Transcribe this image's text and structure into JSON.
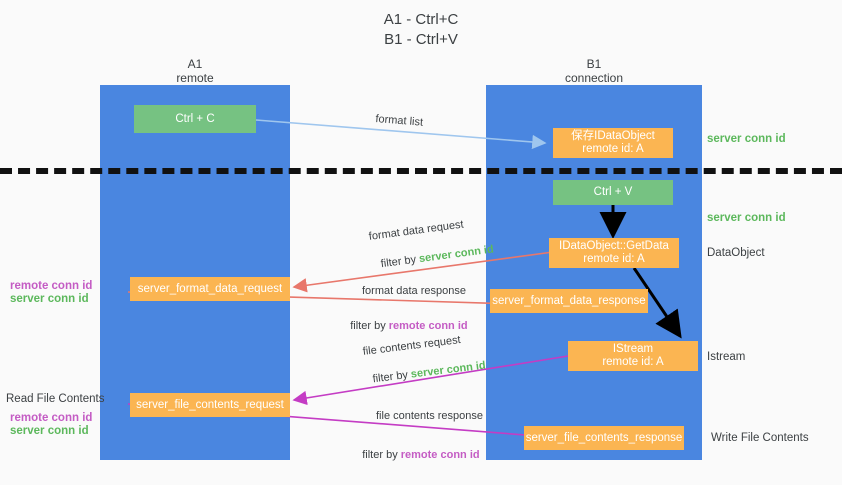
{
  "title": "A1 - Ctrl+C\nB1 - Ctrl+V",
  "lanes": [
    {
      "name": "A1",
      "sub": "remote",
      "header": "A1\nremote"
    },
    {
      "name": "B1",
      "sub": "connection",
      "header": "B1\nconnection"
    }
  ],
  "colors": {
    "lane": "#4a86e0",
    "green_box": "#76c282",
    "orange_box": "#fbb552",
    "server_conn": "#5cb85c",
    "remote_conn": "#c45cc4",
    "arrow_blue": "#9fc6ee",
    "arrow_red": "#e8776b",
    "arrow_magenta": "#c43cc4",
    "arrow_black": "#000000",
    "background": "#fafafa"
  },
  "boxes": {
    "ctrl_c": "Ctrl + C",
    "ctrl_v": "Ctrl + V",
    "save_idataobject": "保存IDataObject\nremote id: A",
    "idataobject_getdata": "IDataObject::GetData\nremote id: A",
    "istream": "IStream\nremote id: A",
    "server_format_data_request": "server_format_data_request",
    "server_format_data_response": "server_format_data_response",
    "server_file_contents_request": "server_file_contents_request",
    "server_file_contents_response": "server_file_contents_response"
  },
  "right_labels": {
    "server_conn_id_top": "server conn id",
    "server_conn_id_mid": "server conn id",
    "dataobject": "DataObject",
    "istream": "Istream",
    "write_file_contents": "Write File Contents"
  },
  "left_labels": {
    "remote_conn_id_1": "remote conn id",
    "server_conn_id_1": "server conn id",
    "read_file_contents": "Read File Contents",
    "remote_conn_id_2": "remote conn id",
    "server_conn_id_2": "server conn id"
  },
  "arrow_labels": {
    "format_list": "format list",
    "format_data_request": "format data request",
    "format_data_request_filter_prefix": "filter by ",
    "format_data_request_filter_value": "server conn id",
    "format_data_response": "format data response",
    "format_data_response_filter_prefix": "filter by ",
    "format_data_response_filter_value": "remote conn id",
    "file_contents_request": "file contents request",
    "file_contents_request_filter_prefix": "filter by ",
    "file_contents_request_filter_value": "server conn id",
    "file_contents_response": "file contents response",
    "file_contents_response_filter_prefix": "filter by ",
    "file_contents_response_filter_value": "remote conn id"
  }
}
